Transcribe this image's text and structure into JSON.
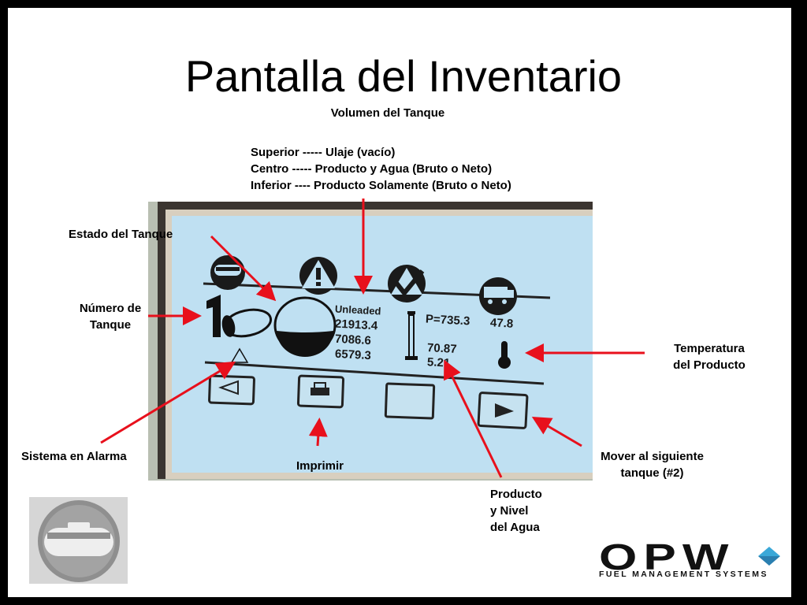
{
  "title": "Pantalla del Inventario",
  "subtitle": "Volumen del Tanque",
  "legend": {
    "line1": "Superior -----  Ulaje (vacío)",
    "line2": "Centro ----- Producto y Agua (Bruto o Neto)",
    "line3": "Inferior ---- Producto Solamente (Bruto o Neto)"
  },
  "labels": {
    "tank_status": "Estado del Tanque",
    "tank_number_1": "Número de",
    "tank_number_2": "Tanque",
    "product_temp_1": "Temperatura",
    "product_temp_2": "del Producto",
    "alarm_system": "Sistema en Alarma",
    "print": "Imprimir",
    "next_tank_1": "Mover al siguiente",
    "next_tank_2": "tanque (#2)",
    "product_water_1": "Producto",
    "product_water_2": "y Nivel",
    "product_water_3": "del Agua"
  },
  "display": {
    "tank_number": "1",
    "product_name": "Unleaded",
    "volume_top": "21913.4",
    "volume_middle": "7086.6",
    "volume_bottom": "6579.3",
    "pressure": "P=735.3",
    "temperature": "47.8",
    "product_level": "70.87",
    "water_level": "5.21"
  },
  "logo": {
    "brand": "OPW",
    "tagline": "FUEL MANAGEMENT SYSTEMS"
  },
  "colors": {
    "arrow": "#e8101c",
    "screen": "#bfe0f2",
    "brand_accent": "#3aa8d8"
  },
  "icons": [
    "tank-icon",
    "warning-icon",
    "check-icon",
    "truck-icon",
    "thermometer-icon",
    "printer-icon",
    "left-arrow-icon",
    "right-arrow-icon",
    "alarm-triangle-icon",
    "probe-icon"
  ]
}
